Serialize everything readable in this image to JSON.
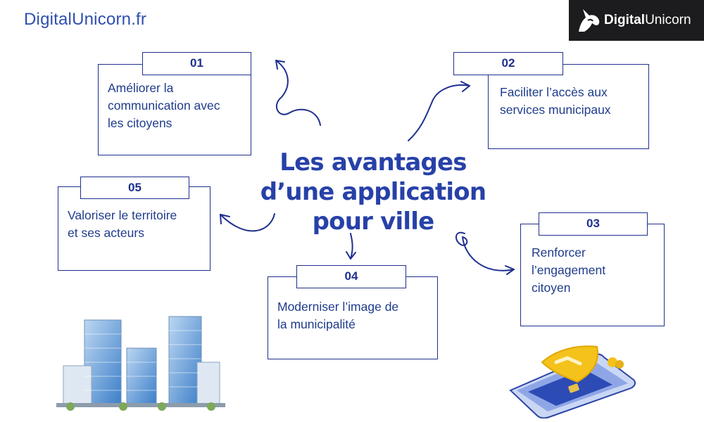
{
  "site_url": "DigitalUnicorn.fr",
  "logo": {
    "bold": "Digital",
    "regular": "Unicorn"
  },
  "title": [
    "Les avantages",
    "d’une application",
    "pour ville"
  ],
  "cards": [
    {
      "number": "01",
      "text": [
        "Améliorer la",
        "communication avec",
        "les citoyens"
      ]
    },
    {
      "number": "02",
      "text": [
        "Faciliter l’accès aux",
        "services municipaux"
      ]
    },
    {
      "number": "03",
      "text": [
        "Renforcer",
        "l’engagement",
        "citoyen"
      ]
    },
    {
      "number": "04",
      "text": [
        "Moderniser l’image de",
        "la municipalité"
      ]
    },
    {
      "number": "05",
      "text": [
        "Valoriser le territoire",
        "et ses acteurs"
      ]
    }
  ],
  "colors": {
    "primary": "#1f2f8f",
    "title": "#2741a8",
    "url": "#2f4fae"
  }
}
